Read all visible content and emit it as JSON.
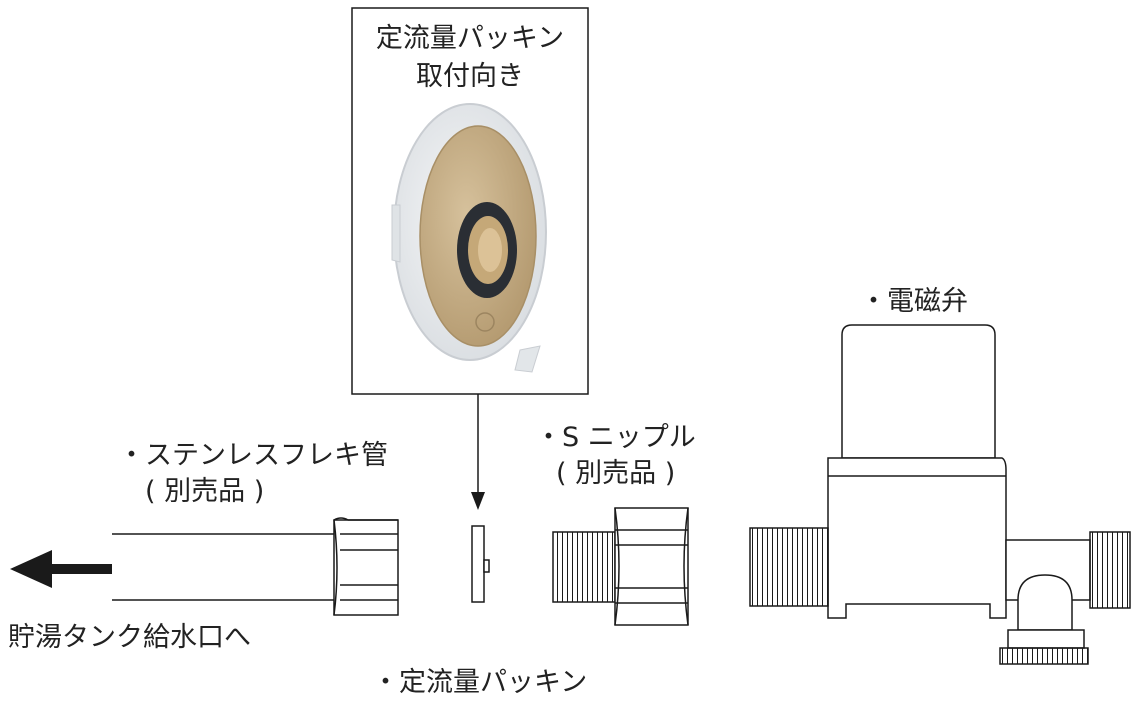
{
  "photo_box": {
    "title_line1": "定流量パッキン",
    "title_line2": "取付向き"
  },
  "labels": {
    "solenoid_valve": "・電磁弁",
    "s_nipple": "・S ニップル",
    "s_nipple_note": "( 別売品 )",
    "flex_pipe": "・ステンレスフレキ管",
    "flex_pipe_note": "( 別売品 )",
    "destination": "貯湯タンク給水口へ",
    "packing": "・定流量パッキン"
  },
  "colors": {
    "packing_outer": "#e9ecef",
    "packing_inner": "#c7ae86",
    "packing_ring": "#2a2e34",
    "packing_center": "#d8bc8e",
    "line": "#1a1a1a"
  }
}
